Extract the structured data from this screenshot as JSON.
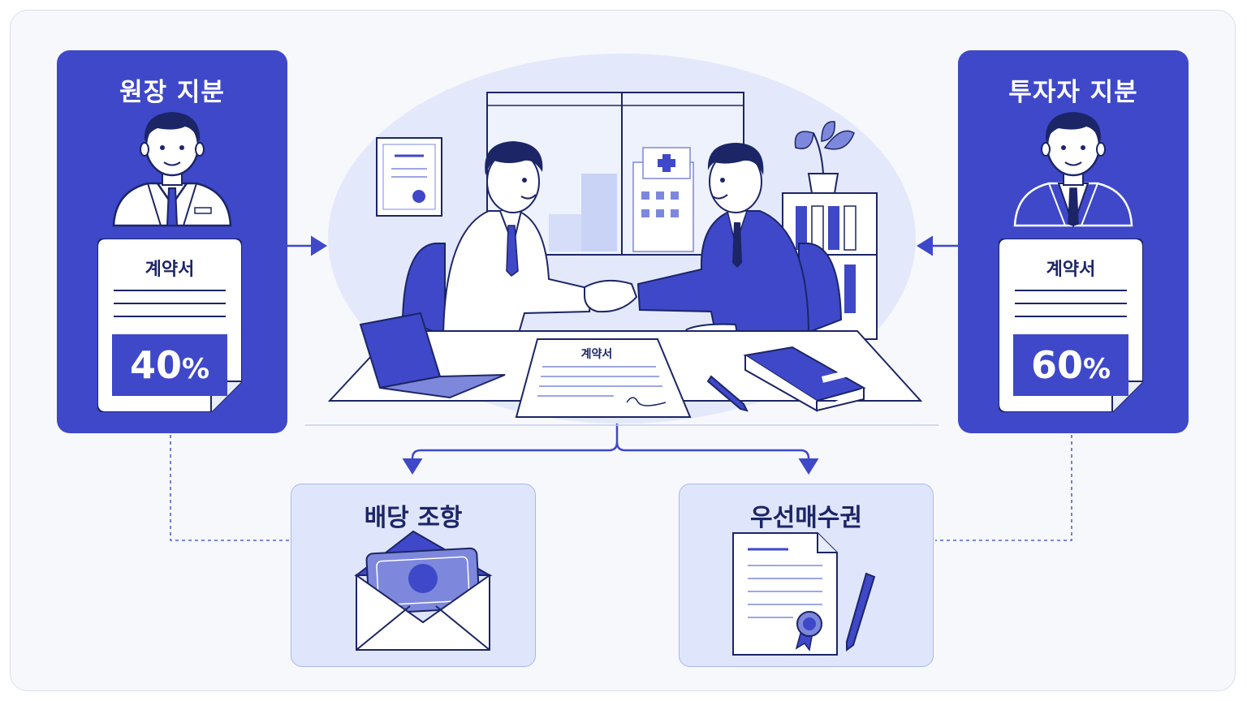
{
  "left_panel": {
    "title": "원장 지분",
    "contract_label": "계약서",
    "share_value": "40",
    "share_unit": "%"
  },
  "right_panel": {
    "title": "투자자 지분",
    "contract_label": "계약서",
    "share_value": "60",
    "share_unit": "%"
  },
  "scene": {
    "contract_label": "계약서"
  },
  "bottom_left": {
    "title": "배당 조항"
  },
  "bottom_right": {
    "title": "우선매수권"
  },
  "colors": {
    "primary": "#3e48c9",
    "dark_navy": "#1c2566",
    "light_box": "#dfe6fb",
    "background": "#f7f8fc"
  }
}
